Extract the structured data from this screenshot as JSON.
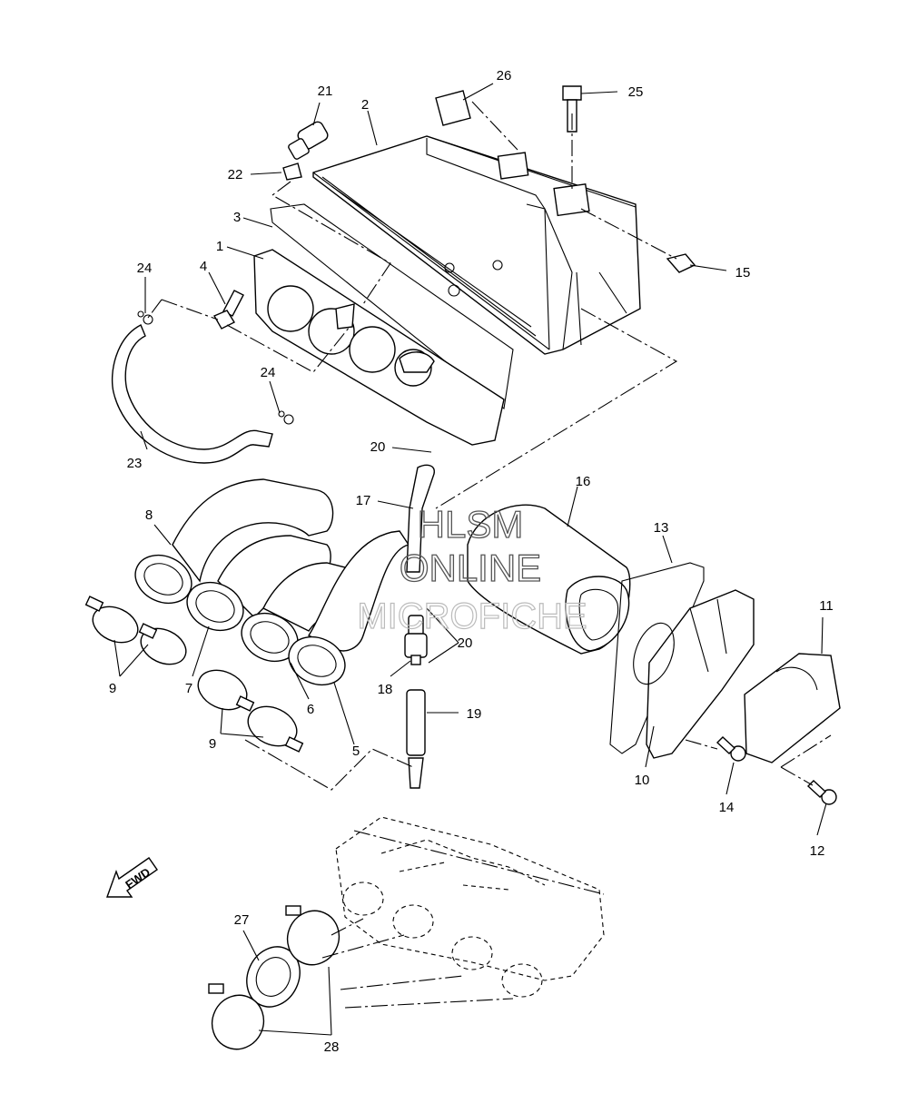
{
  "watermark": {
    "line1": "HLSM",
    "line2": "ONLINE",
    "line3": "MICROFICHE"
  },
  "direction_arrow": {
    "label": "FWD",
    "icon": "forward-arrow-icon"
  },
  "callouts": {
    "p1": "1",
    "p2": "2",
    "p3": "3",
    "p4": "4",
    "p5": "5",
    "p6": "6",
    "p7": "7",
    "p8": "8",
    "p9a": "9",
    "p9b": "9",
    "p10": "10",
    "p11": "11",
    "p12": "12",
    "p13": "13",
    "p14": "14",
    "p15": "15",
    "p16": "16",
    "p17": "17",
    "p18": "18",
    "p19": "19",
    "p20a": "20",
    "p20b": "20",
    "p21": "21",
    "p22": "22",
    "p23": "23",
    "p24a": "24",
    "p24b": "24",
    "p25": "25",
    "p26": "26",
    "p27": "27",
    "p28": "28"
  }
}
